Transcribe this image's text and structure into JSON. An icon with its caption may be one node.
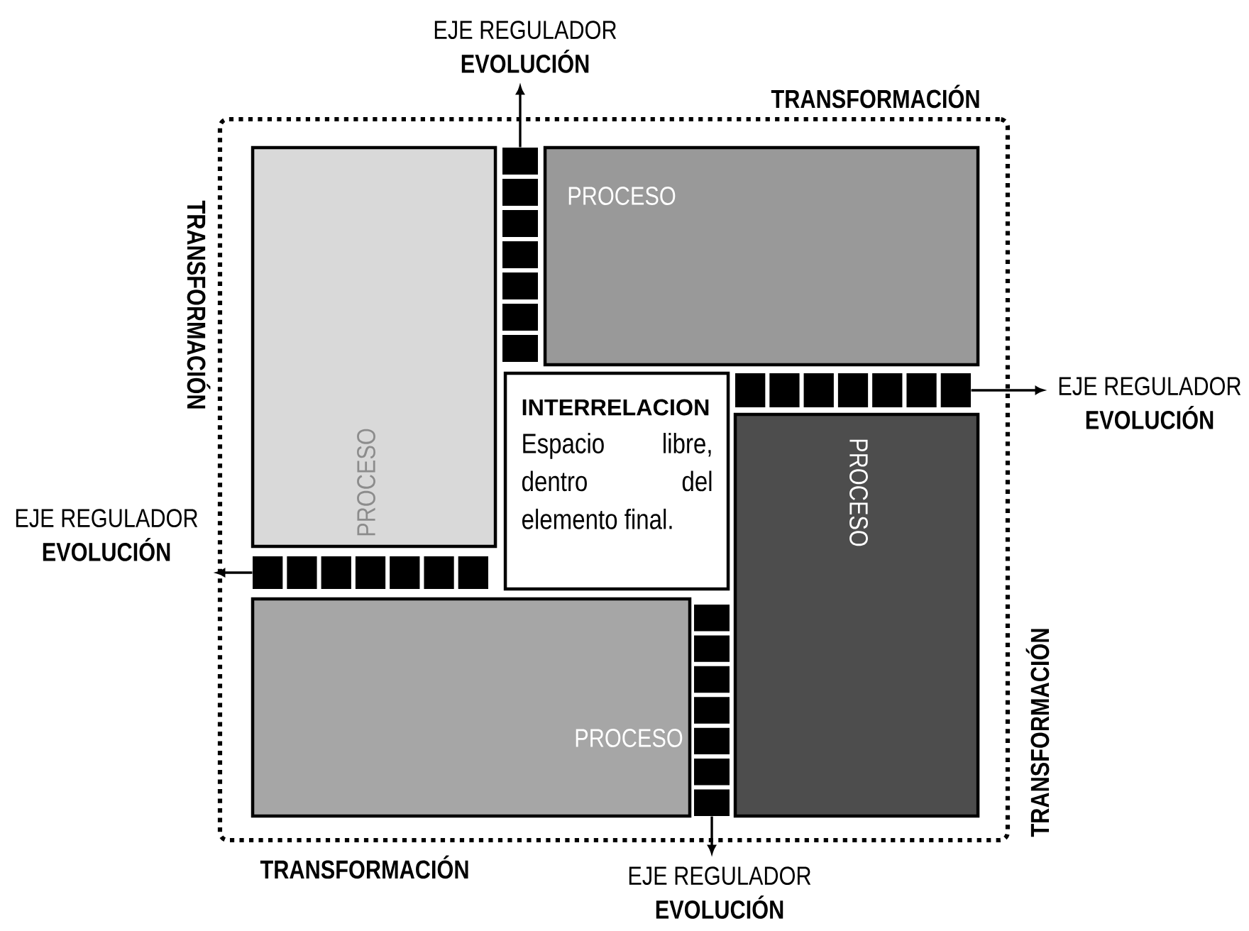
{
  "diagram": {
    "nodes": [
      {
        "text": [],
        "shape": "box"
      },
      {
        "text": [
          "EJE REGULADOR",
          "EVOLUCIÓN"
        ]
      },
      {
        "text": [
          "PROCESO"
        ],
        "in": 0
      },
      {
        "text": [],
        "shape": "bar",
        "in": 0
      },
      {
        "text": [
          "PROCESO"
        ],
        "in": 0
      },
      {
        "text": [
          "INTERRELACION",
          "Espacio libre, dentro del elemento final."
        ],
        "in": 0
      },
      {
        "text": [],
        "shape": "bar",
        "in": 0
      },
      {
        "text": [
          "EJE REGULADOR",
          "EVOLUCIÓN"
        ]
      },
      {
        "text": [
          "PROCESO"
        ],
        "in": 0
      },
      {
        "text": [
          "EJE REGULADOR",
          "EVOLUCIÓN"
        ]
      },
      {
        "text": [],
        "shape": "bar",
        "in": 0
      },
      {
        "text": [
          "PROCESO"
        ],
        "in": 0
      },
      {
        "text": [],
        "shape": "bar",
        "in": 0
      },
      {
        "text": [
          "EJE REGULADOR",
          "EVOLUCIÓN"
        ]
      }
    ],
    "edges": [
      {
        "from": 3,
        "to": 1,
        "arrow": "to"
      },
      {
        "from": 6,
        "to": 7,
        "arrow": "to"
      },
      {
        "from": 10,
        "to": 9,
        "arrow": "to"
      },
      {
        "from": 12,
        "to": 13,
        "arrow": "to"
      }
    ],
    "labels": [
      "TRANSFORMACIÓN",
      "TRANSFORMACIÓN",
      "TRANSFORMACIÓN",
      "TRANSFORMACIÓN"
    ]
  }
}
